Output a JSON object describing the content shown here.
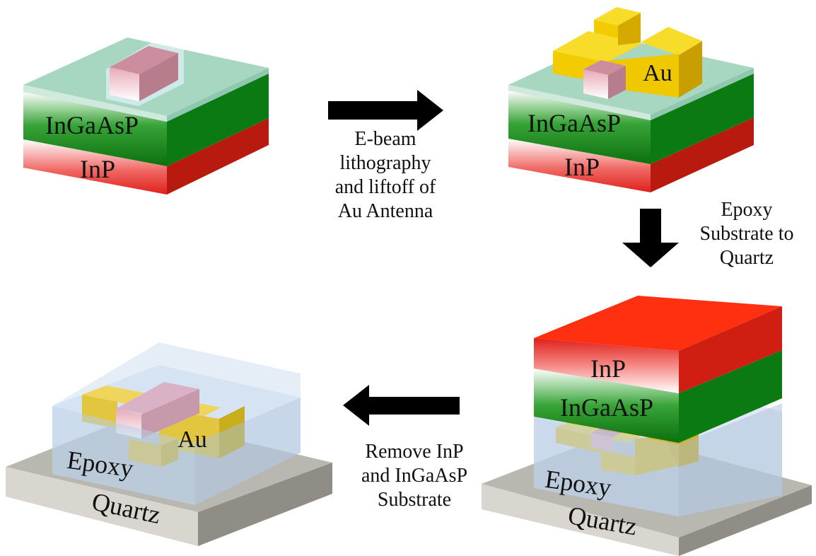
{
  "panels": {
    "initial": {
      "layers": [
        "InGaAsP",
        "InP"
      ]
    },
    "after_lithography": {
      "layers": [
        "InGaAsP",
        "InP"
      ],
      "metal": "Au"
    },
    "after_epoxy": {
      "layers": [
        "InP",
        "InGaAsP",
        "Epoxy",
        "Quartz"
      ]
    },
    "final": {
      "layers": [
        "Epoxy",
        "Quartz"
      ],
      "metal": "Au"
    }
  },
  "steps": {
    "step1": {
      "lines": [
        "E-beam",
        "lithography",
        "and liftoff of",
        "Au Antenna"
      ],
      "arrow": "right-arrow"
    },
    "step2": {
      "lines": [
        "Epoxy",
        "Substrate to",
        "Quartz"
      ],
      "arrow": "down-arrow"
    },
    "step3": {
      "lines": [
        "Remove InP",
        "and InGaAsP",
        "Substrate"
      ],
      "arrow": "left-arrow"
    }
  },
  "colors": {
    "InGaAsP": "#1d8a1d",
    "InP": "#e0201a",
    "Au": "#f2cc00",
    "Quartz": "#c9c7bf",
    "Epoxy": "#b8cde6",
    "waveguide": "#e6a8b6",
    "arrow": "#000000"
  }
}
